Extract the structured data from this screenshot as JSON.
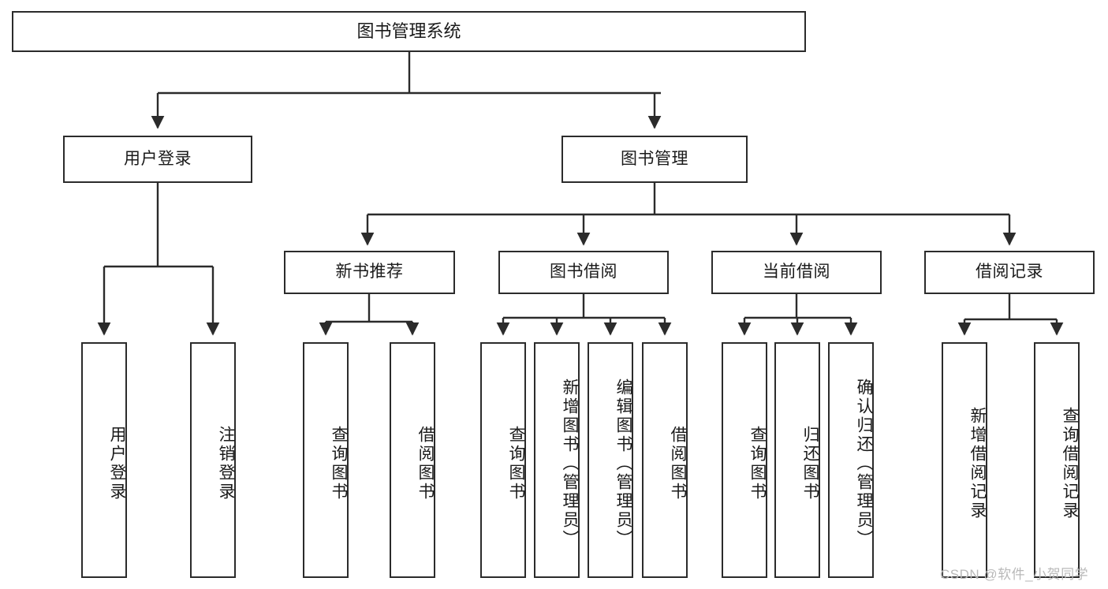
{
  "diagram": {
    "title": "图书管理系统",
    "type": "hierarchy-tree",
    "colors": {
      "box_border": "#2b2b2b",
      "box_fill": "#ffffff",
      "edge": "#2b2b2b",
      "text": "#1a1a1a",
      "watermark": "#b9b9b9"
    },
    "root": {
      "label": "图书管理系统"
    },
    "level1": [
      {
        "label": "用户登录"
      },
      {
        "label": "图书管理"
      }
    ],
    "level2": [
      {
        "label": "新书推荐"
      },
      {
        "label": "图书借阅"
      },
      {
        "label": "当前借阅"
      },
      {
        "label": "借阅记录"
      }
    ],
    "leaves": {
      "user_login": [
        {
          "label": "用户登录"
        },
        {
          "label": "注销登录"
        }
      ],
      "new_book_recommend": [
        {
          "label": "查询图书"
        },
        {
          "label": "借阅图书"
        }
      ],
      "book_borrow": [
        {
          "label": "查询图书"
        },
        {
          "label": "新增图书（管理员）"
        },
        {
          "label": "编辑图书（管理员）"
        },
        {
          "label": "借阅图书"
        }
      ],
      "current_borrow": [
        {
          "label": "查询图书"
        },
        {
          "label": "归还图书"
        },
        {
          "label": "确认归还（管理员）"
        }
      ],
      "borrow_record": [
        {
          "label": "新增借阅记录"
        },
        {
          "label": "查询借阅记录"
        }
      ]
    }
  },
  "watermark": {
    "text": "CSDN @软件_小贺同学"
  }
}
